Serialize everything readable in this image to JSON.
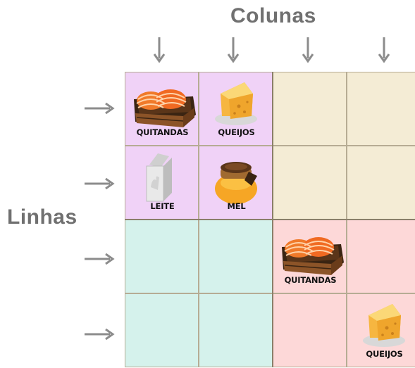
{
  "titles": {
    "columns": "Colunas",
    "rows": "Linhas"
  },
  "colors": {
    "top_left_block": "#f0d2f7",
    "top_right_block": "#f4ecd5",
    "bottom_left_block": "#d5f2ec",
    "bottom_right_block": "#fdd8d8",
    "arrow": "#8c8c8c",
    "axis_text": "#707070"
  },
  "grid": {
    "rows": [
      [
        {
          "item": "QUITANDAS",
          "icon": "produce-crate-icon"
        },
        {
          "item": "QUEIJOS",
          "icon": "cheese-icon"
        },
        {
          "item": "",
          "icon": ""
        },
        {
          "item": "",
          "icon": ""
        }
      ],
      [
        {
          "item": "LEITE",
          "icon": "milk-carton-icon"
        },
        {
          "item": "MEL",
          "icon": "honey-jar-icon"
        },
        {
          "item": "",
          "icon": ""
        },
        {
          "item": "",
          "icon": ""
        }
      ],
      [
        {
          "item": "",
          "icon": ""
        },
        {
          "item": "",
          "icon": ""
        },
        {
          "item": "QUITANDAS",
          "icon": "produce-crate-icon"
        },
        {
          "item": "",
          "icon": ""
        }
      ],
      [
        {
          "item": "",
          "icon": ""
        },
        {
          "item": "",
          "icon": ""
        },
        {
          "item": "",
          "icon": ""
        },
        {
          "item": "QUEIJOS",
          "icon": "cheese-icon"
        }
      ]
    ]
  }
}
